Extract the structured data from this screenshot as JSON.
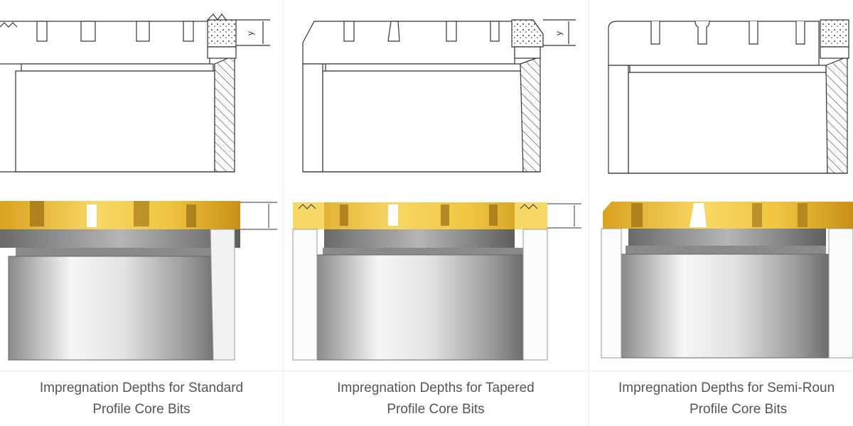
{
  "captions": [
    {
      "line1": "Impregnation Depths for Standard",
      "line2": "Profile Core Bits"
    },
    {
      "line1": "Impregnation Depths for Tapered",
      "line2": "Profile Core Bits"
    },
    {
      "line1": "Impregnation Depths for Semi-Roun",
      "line2": "Profile Core Bits"
    }
  ],
  "dimension_label": "y",
  "colors": {
    "matrix_gold": "#e8b92c",
    "matrix_gold_light": "#f7d766",
    "steel_dark": "#7a7a7a",
    "steel_light": "#f4f4f4",
    "line": "#333333",
    "caption_text": "#555555"
  }
}
